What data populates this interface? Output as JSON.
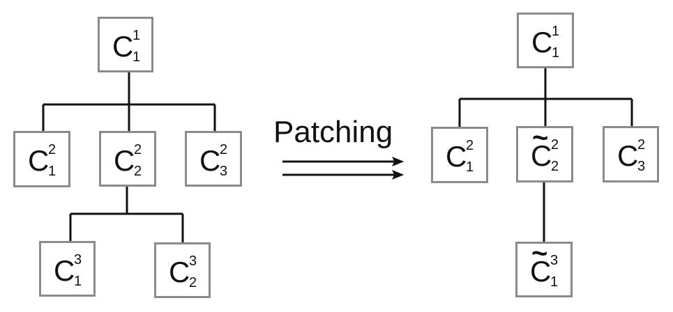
{
  "left_tree": {
    "nodes": [
      {
        "id": "L-1-1",
        "base": "C",
        "sup": "1",
        "sub": "1",
        "tilde": false
      },
      {
        "id": "L-2-1",
        "base": "C",
        "sup": "2",
        "sub": "1",
        "tilde": false
      },
      {
        "id": "L-2-2",
        "base": "C",
        "sup": "2",
        "sub": "2",
        "tilde": false
      },
      {
        "id": "L-2-3",
        "base": "C",
        "sup": "2",
        "sub": "3",
        "tilde": false
      },
      {
        "id": "L-3-1",
        "base": "C",
        "sup": "3",
        "sub": "1",
        "tilde": false
      },
      {
        "id": "L-3-2",
        "base": "C",
        "sup": "3",
        "sub": "2",
        "tilde": false
      }
    ]
  },
  "right_tree": {
    "nodes": [
      {
        "id": "R-1-1",
        "base": "C",
        "sup": "1",
        "sub": "1",
        "tilde": false
      },
      {
        "id": "R-2-1",
        "base": "C",
        "sup": "2",
        "sub": "1",
        "tilde": false
      },
      {
        "id": "R-2-2",
        "base": "C",
        "sup": "2",
        "sub": "2",
        "tilde": true
      },
      {
        "id": "R-2-3",
        "base": "C",
        "sup": "2",
        "sub": "3",
        "tilde": false
      },
      {
        "id": "R-3-1",
        "base": "C",
        "sup": "3",
        "sub": "1",
        "tilde": true
      }
    ]
  },
  "arrow": {
    "label": "Patching"
  },
  "colors": {
    "box_border": "#8a8a8a",
    "line": "#111111",
    "text": "#111111"
  }
}
